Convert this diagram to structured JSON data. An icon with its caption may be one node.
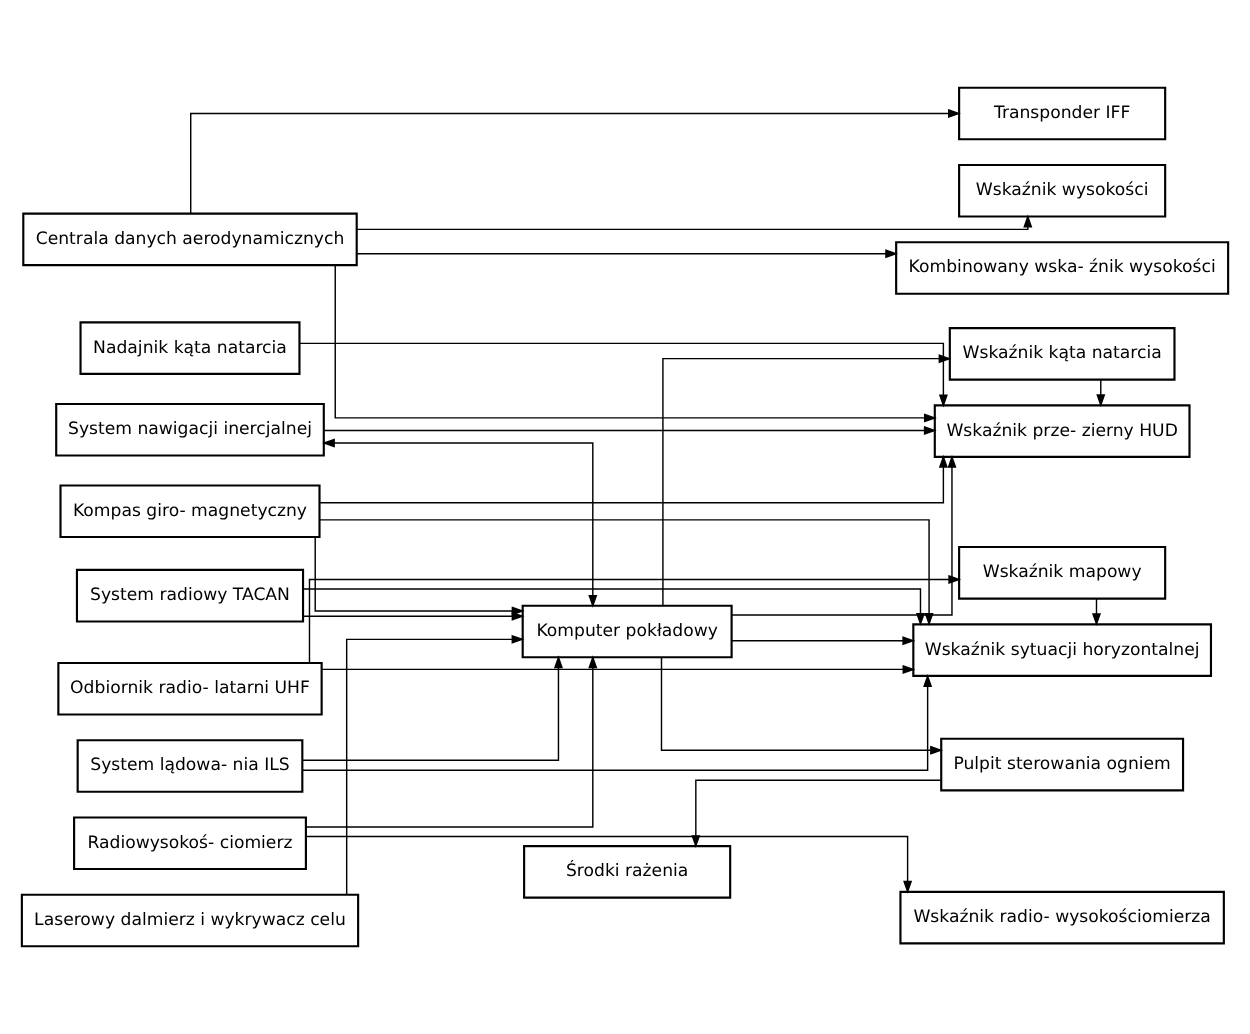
{
  "diagram": {
    "nodes": [
      {
        "text": [
          "Centrala danych aerodynamicznych"
        ]
      },
      {
        "text": [
          "Nadajnik kąta natarcia"
        ]
      },
      {
        "text": [
          "System nawigacji inercjalnej"
        ]
      },
      {
        "text": [
          "Kompas giro- magnetyczny"
        ]
      },
      {
        "text": [
          "System radiowy TACAN"
        ]
      },
      {
        "text": [
          "Odbiornik radio- latarni UHF"
        ]
      },
      {
        "text": [
          "System lądowa- nia ILS"
        ]
      },
      {
        "text": [
          "Radiowysokoś- ciomierz"
        ]
      },
      {
        "text": [
          "Laserowy dalmierz i wykrywacz celu"
        ]
      },
      {
        "text": [
          "Komputer pokładowy"
        ]
      },
      {
        "text": [
          "Środki rażenia"
        ]
      },
      {
        "text": [
          "Transponder IFF"
        ]
      },
      {
        "text": [
          "Wskaźnik wysokości"
        ]
      },
      {
        "text": [
          "Kombinowany wska- źnik wysokości"
        ]
      },
      {
        "text": [
          "Wskaźnik kąta natarcia"
        ]
      },
      {
        "text": [
          "Wskaźnik prze- zierny HUD"
        ]
      },
      {
        "text": [
          "Wskaźnik mapowy"
        ]
      },
      {
        "text": [
          "Wskaźnik sytuacji horyzontalnej"
        ]
      },
      {
        "text": [
          "Pulpit sterowania ogniem"
        ]
      },
      {
        "text": [
          "Wskaźnik radio- wysokościomierza"
        ]
      }
    ],
    "edges": [
      {
        "from": 0,
        "to": 11,
        "arrow": "to"
      },
      {
        "from": 0,
        "to": 12,
        "arrow": "to"
      },
      {
        "from": 0,
        "to": 13,
        "arrow": "to"
      },
      {
        "from": 0,
        "to": 15,
        "arrow": "to"
      },
      {
        "from": 1,
        "to": 15,
        "arrow": "to"
      },
      {
        "from": 2,
        "to": 15,
        "arrow": "to"
      },
      {
        "from": 2,
        "to": 9,
        "arrow": "both"
      },
      {
        "from": 3,
        "to": 9,
        "arrow": "to"
      },
      {
        "from": 3,
        "to": 15,
        "arrow": "to"
      },
      {
        "from": 3,
        "to": 17,
        "arrow": "to"
      },
      {
        "from": 4,
        "to": 9,
        "arrow": "to"
      },
      {
        "from": 4,
        "to": 17,
        "arrow": "to"
      },
      {
        "from": 5,
        "to": 16,
        "arrow": "to"
      },
      {
        "from": 5,
        "to": 17,
        "arrow": "to"
      },
      {
        "from": 6,
        "to": 9,
        "arrow": "to"
      },
      {
        "from": 6,
        "to": 17,
        "arrow": "to"
      },
      {
        "from": 7,
        "to": 9,
        "arrow": "to"
      },
      {
        "from": 7,
        "to": 19,
        "arrow": "to"
      },
      {
        "from": 8,
        "to": 9,
        "arrow": "to"
      },
      {
        "from": 9,
        "to": 14,
        "arrow": "to"
      },
      {
        "from": 9,
        "to": 15,
        "arrow": "to"
      },
      {
        "from": 9,
        "to": 17,
        "arrow": "to"
      },
      {
        "from": 9,
        "to": 18,
        "arrow": "to"
      },
      {
        "from": 14,
        "to": 15,
        "arrow": "to"
      },
      {
        "from": 16,
        "to": 17,
        "arrow": "to"
      },
      {
        "from": 18,
        "to": 10,
        "arrow": "to"
      }
    ]
  }
}
